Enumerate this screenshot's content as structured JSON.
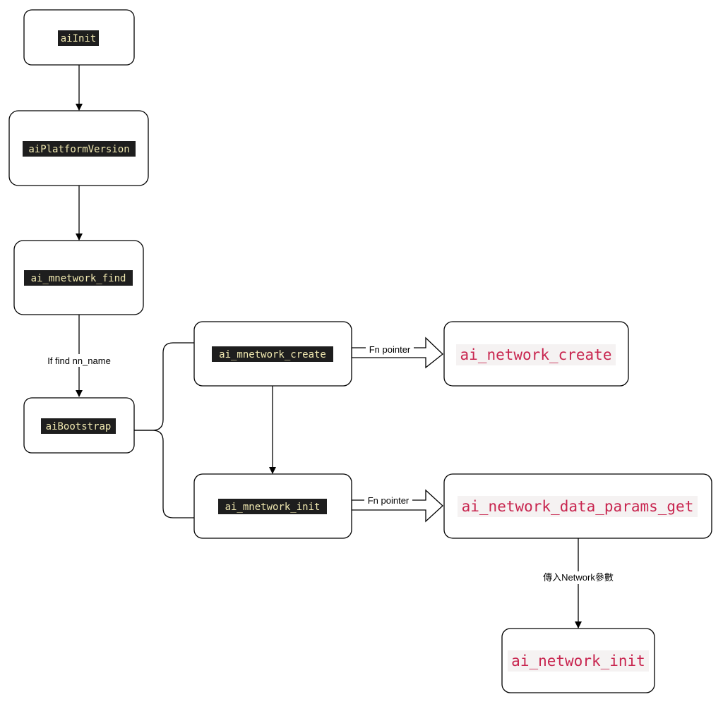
{
  "nodes": {
    "ai_init": "aiInit",
    "ai_platform_version": "aiPlatformVersion",
    "ai_mnetwork_find": "ai_mnetwork_find",
    "ai_bootstrap": "aiBootstrap",
    "ai_mnetwork_create": "ai_mnetwork_create",
    "ai_mnetwork_init": "ai_mnetwork_init",
    "ai_network_create": "ai_network_create",
    "ai_network_data_params_get": "ai_network_data_params_get",
    "ai_network_init": "ai_network_init"
  },
  "edges": {
    "find_to_bootstrap": "If find nn_name",
    "create_fn_pointer": "Fn pointer",
    "init_fn_pointer": "Fn pointer",
    "params_to_init": "傳入Network參數"
  },
  "colors": {
    "code_background": "#1e1e1e",
    "code_text": "#f0e8b0",
    "function_text": "#c8254f",
    "function_background": "#f5f2f2"
  }
}
